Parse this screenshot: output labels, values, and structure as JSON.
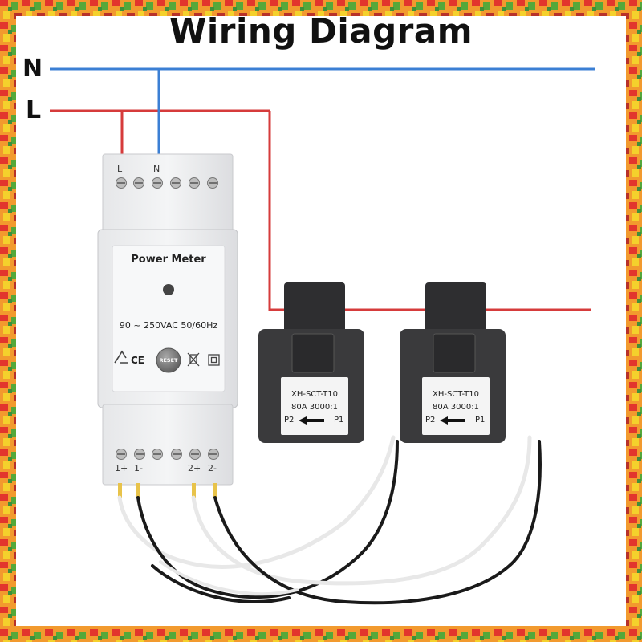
{
  "title": "Wiring Diagram",
  "lines": {
    "neutral": "N",
    "live": "L"
  },
  "meter": {
    "name": "Power Meter",
    "spec": "90 ~ 250VAC 50/60Hz",
    "reset_label": "RESET",
    "ce_mark": "CE",
    "top_terminals": [
      "L",
      "N"
    ],
    "bottom_terminals": [
      "1+",
      "1-",
      "2+",
      "2-"
    ]
  },
  "sensors": [
    {
      "model": "XH-SCT-T10",
      "rating": "80A 3000:1",
      "p2": "P2",
      "p1": "P1"
    },
    {
      "model": "XH-SCT-T10",
      "rating": "80A 3000:1",
      "p2": "P2",
      "p1": "P1"
    }
  ],
  "colors": {
    "neutral": "#3b7fd4",
    "live": "#d63b3b",
    "border": "#e07a2a"
  },
  "icons": [
    "recycle-icon",
    "weee-bin-icon",
    "double-insulation-icon",
    "arrow-left-icon"
  ]
}
